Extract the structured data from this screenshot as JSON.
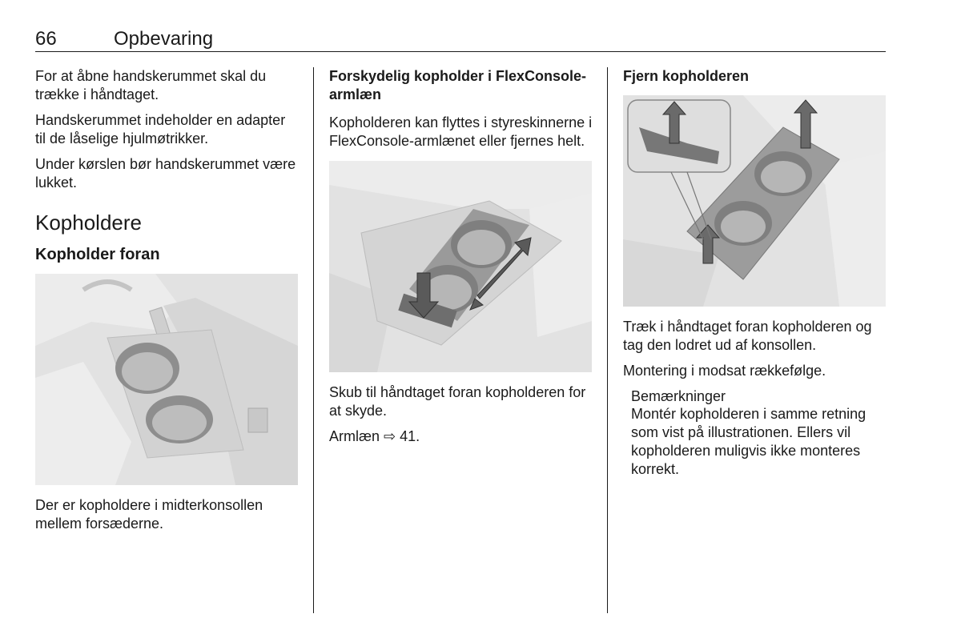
{
  "header": {
    "page_number": "66",
    "title": "Opbevaring"
  },
  "col1": {
    "p1": "For at åbne handskerummet skal du trække i håndtaget.",
    "p2": "Handskerummet indeholder en adapter til de låselige hjulmøtrikker.",
    "p3": "Under kørslen bør handskerummet være lukket.",
    "section_heading": "Kopholdere",
    "subheading": "Kopholder foran",
    "caption": "Der er kopholdere i midterkonsollen mellem forsæderne."
  },
  "col2": {
    "heading": "Forskydelig kopholder i FlexConsole-armlæn",
    "p1": "Kopholderen kan flyttes i styreskinnerne i FlexConsole-armlænet eller fjernes helt.",
    "p2": "Skub til håndtaget foran kopholderen for at skyde.",
    "p3": "Armlæn ⇨ 41."
  },
  "col3": {
    "heading": "Fjern kopholderen",
    "p1": "Træk i håndtaget foran kopholderen og tag den lodret ud af konsollen.",
    "p2": "Montering i modsat rækkefølge.",
    "note_label": "Bemærkninger",
    "note_text": "Montér kopholderen i samme retning som vist på illustrationen. Ellers vil kopholderen muligvis ikke monteres korrekt."
  }
}
